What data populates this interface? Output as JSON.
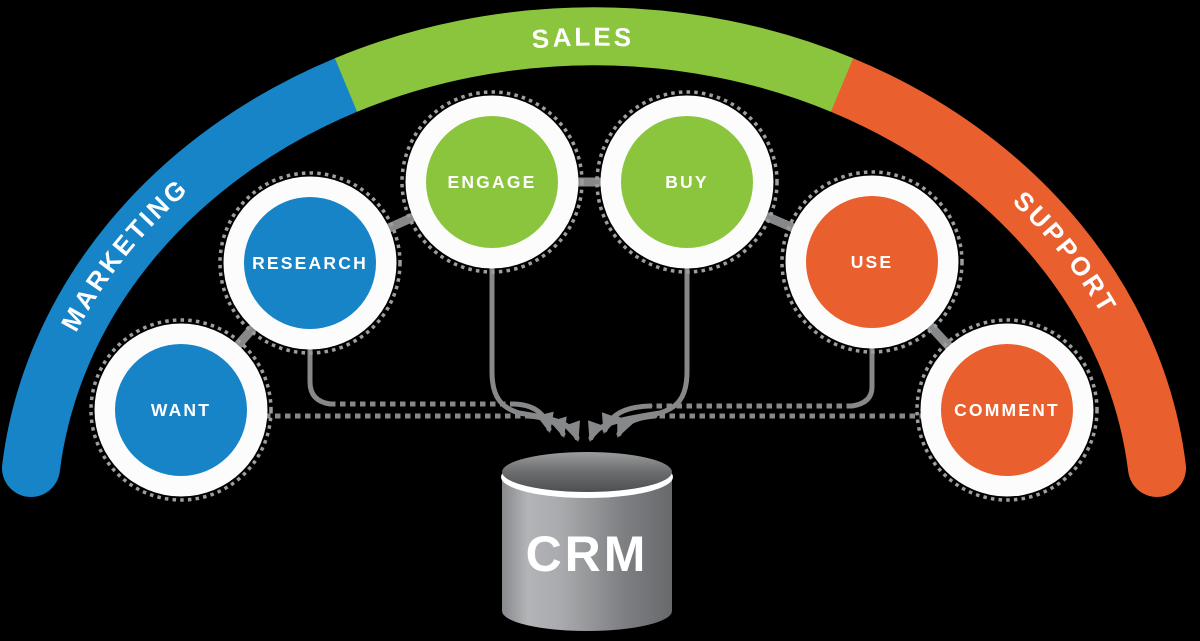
{
  "background_color": "#000000",
  "arc": {
    "segments": [
      {
        "label": "MARKETING",
        "color": "#1684c7"
      },
      {
        "label": "SALES",
        "color": "#8bc53e"
      },
      {
        "label": "SUPPORT",
        "color": "#e9602e"
      }
    ]
  },
  "stages": [
    {
      "label": "WANT",
      "color": "#1684c7"
    },
    {
      "label": "RESEARCH",
      "color": "#1684c7"
    },
    {
      "label": "ENGAGE",
      "color": "#8bc53e"
    },
    {
      "label": "BUY",
      "color": "#8bc53e"
    },
    {
      "label": "USE",
      "color": "#e9602e"
    },
    {
      "label": "COMMENT",
      "color": "#e9602e"
    }
  ],
  "database": {
    "label": "CRM"
  },
  "connectors": {
    "color": "#87888a"
  }
}
